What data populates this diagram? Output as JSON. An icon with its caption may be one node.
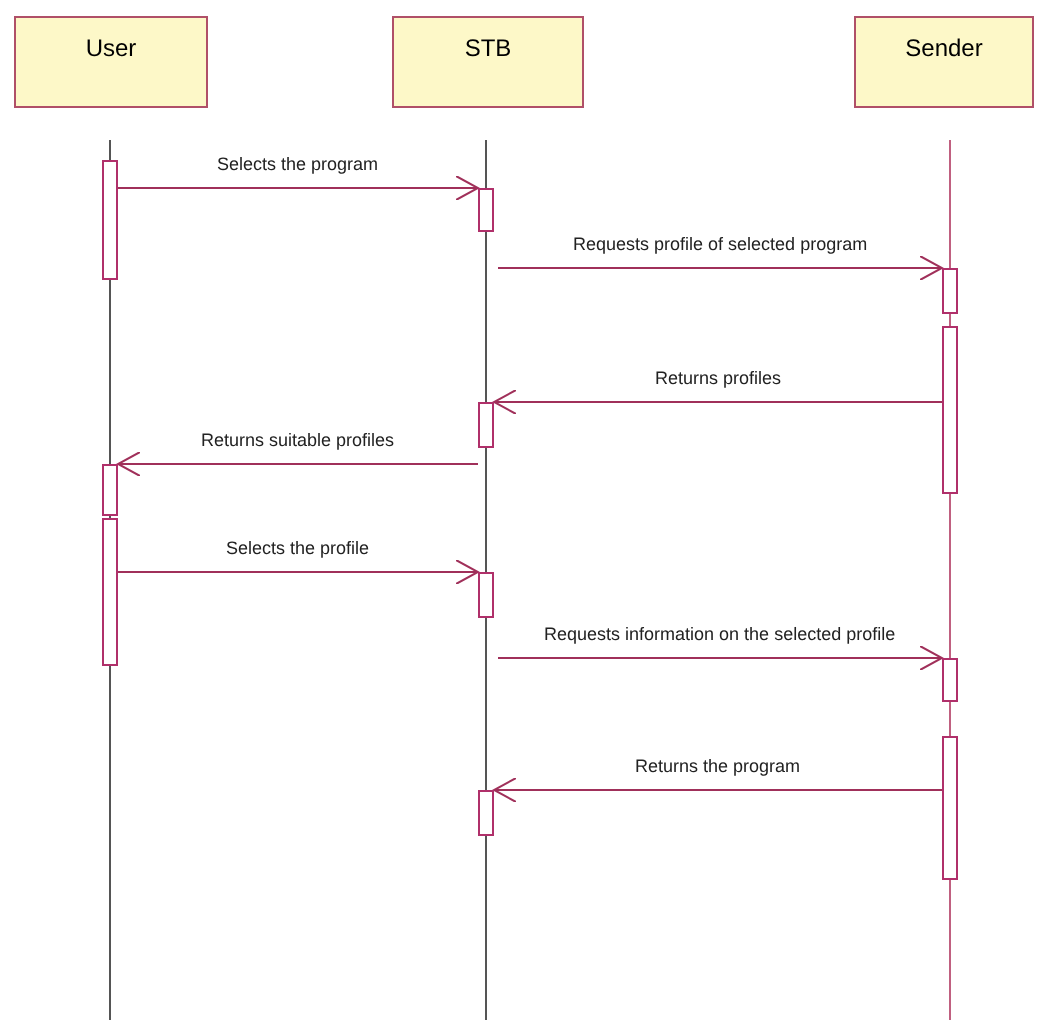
{
  "diagram": {
    "nodes": [
      {
        "text": [
          "User"
        ]
      },
      {
        "text": [
          "STB"
        ]
      },
      {
        "text": [
          "Sender"
        ]
      },
      {
        "text": [],
        "shape": "bar"
      },
      {
        "text": [],
        "shape": "bar"
      },
      {
        "text": [],
        "shape": "bar"
      },
      {
        "text": [],
        "shape": "bar"
      },
      {
        "text": [],
        "shape": "bar"
      },
      {
        "text": [],
        "shape": "bar"
      },
      {
        "text": [],
        "shape": "bar"
      },
      {
        "text": [],
        "shape": "bar"
      },
      {
        "text": [],
        "shape": "bar"
      },
      {
        "text": [],
        "shape": "bar"
      },
      {
        "text": [],
        "shape": "bar"
      }
    ],
    "edges": [
      {
        "from": 3,
        "to": 6,
        "arrow": "to",
        "label": "Selects the program"
      },
      {
        "from": null,
        "to": 10,
        "arrow": "to",
        "label": "Requests profile of selected program"
      },
      {
        "from": 11,
        "to": 7,
        "arrow": "to",
        "label": "Returns profiles"
      },
      {
        "from": 7,
        "to": 4,
        "arrow": "to",
        "label": "Returns suitable profiles"
      },
      {
        "from": 5,
        "to": 8,
        "arrow": "to",
        "label": "Selects the profile"
      },
      {
        "from": null,
        "to": 12,
        "arrow": "to",
        "label": "Requests information on the selected profile"
      },
      {
        "from": 13,
        "to": 9,
        "arrow": "to",
        "label": "Returns the program"
      }
    ]
  }
}
